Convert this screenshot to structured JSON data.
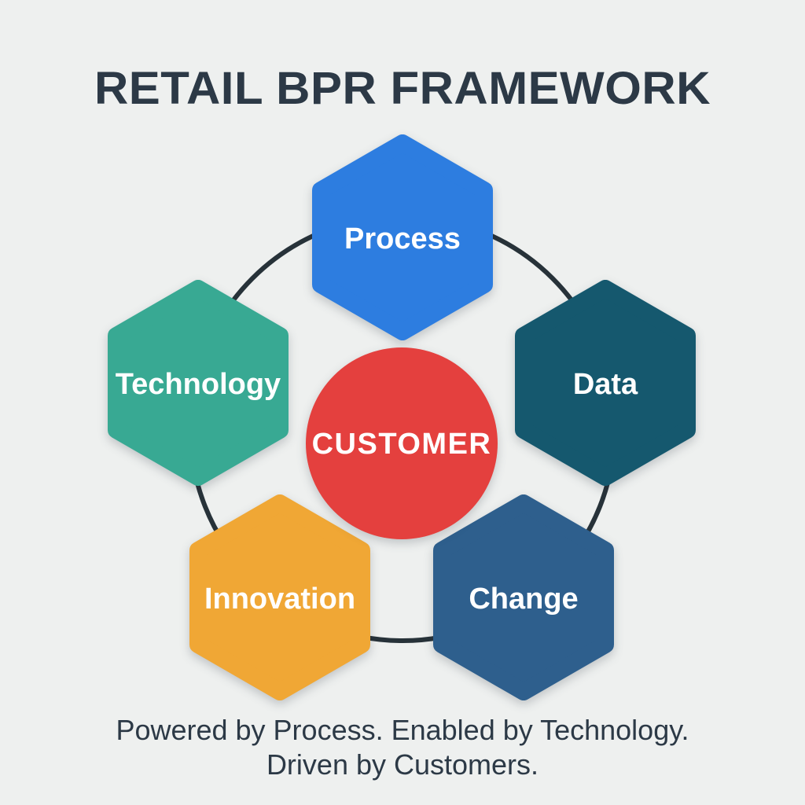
{
  "title": "RETAIL BPR FRAMEWORK",
  "center": {
    "label": "CUSTOMER",
    "color": "#e4403e"
  },
  "nodes": [
    {
      "label": "Process",
      "color": "#2d7de0"
    },
    {
      "label": "Data",
      "color": "#15586e"
    },
    {
      "label": "Change",
      "color": "#2e5f8d"
    },
    {
      "label": "Innovation",
      "color": "#f0a735"
    },
    {
      "label": "Technology",
      "color": "#38a993"
    }
  ],
  "footer": {
    "line1": "Powered by Process. Enabled by Technology.",
    "line2": "Driven by Customers."
  },
  "colors": {
    "background": "#eef0ef",
    "ring": "#273239",
    "title_text": "#2c3946",
    "footer_text": "#2c3946",
    "label_text": "#ffffff"
  }
}
